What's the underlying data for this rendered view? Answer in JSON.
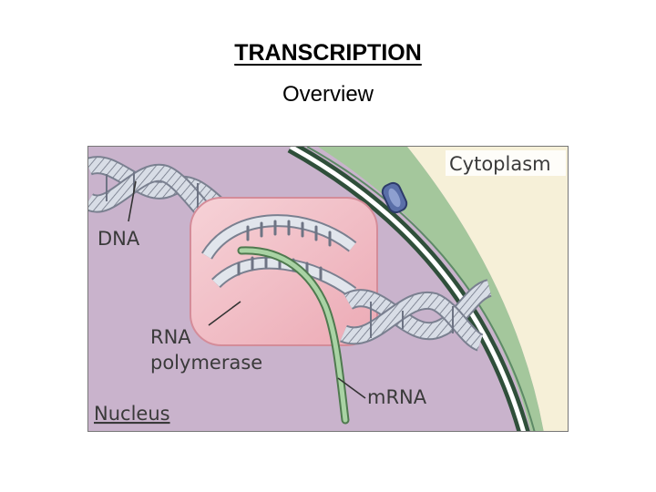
{
  "slide": {
    "title": "TRANSCRIPTION",
    "subtitle": "Overview"
  },
  "diagram": {
    "labels": {
      "cytoplasm": "Cytoplasm",
      "dna": "DNA",
      "rna_polymerase_line1": "RNA",
      "rna_polymerase_line2": "polymerase",
      "mrna": "mRNA",
      "nucleus": "Nucleus"
    },
    "colors": {
      "nucleus_background": "#c9b3cc",
      "nuclear_envelope": "#2f4f3a",
      "cytoplasm_fill": "#a4c79c",
      "cytoplasm_background": "#f6f0d8",
      "nuclear_pore": "#5a6fa8",
      "polymerase": "#f3c4cb",
      "dna_strand": "#cdd4df",
      "mrna_strand": "#8fbf8f"
    }
  }
}
